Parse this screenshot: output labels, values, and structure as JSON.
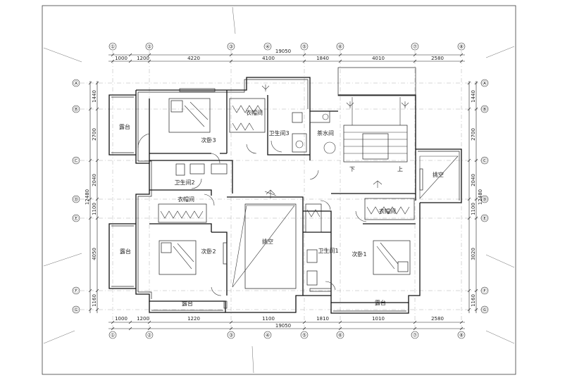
{
  "drawing": {
    "rooms": {
      "bedroom_3": "次卧3",
      "closet_top": "衣帽间",
      "bathroom_3": "卫生间3",
      "tea_room": "茶水间",
      "balcony_left_top": "露台",
      "bathroom_2": "卫生间2",
      "closet_left": "衣帽间",
      "balcony_left_bottom": "露台",
      "bedroom_2": "次卧2",
      "void_center": "挑空",
      "balcony_bottom_left": "露台",
      "closet_right": "衣帽间",
      "bathroom_1": "卫生间1",
      "bedroom_1": "次卧1",
      "balcony_bottom_right": "露台",
      "void_right": "挑空",
      "stair_down": "下",
      "stair_up": "上"
    },
    "dims_top_total": "19050",
    "dims_top": [
      "1000",
      "1200",
      "4220",
      "4100",
      "1840",
      "4010",
      "2580"
    ],
    "dims_bottom_total": "19050",
    "dims_bottom": [
      "1000",
      "1200",
      "1220",
      "1100",
      "1810",
      "1010",
      "2580"
    ],
    "dims_left_total": "12480",
    "dims_left": [
      "1440",
      "2700",
      "2040",
      "1100",
      "4050",
      "1160"
    ],
    "dims_right_total": "12480",
    "dims_right": [
      "1440",
      "2700",
      "2040",
      "1100",
      "3020",
      "1160"
    ],
    "bubbles_top": [
      "①",
      "②",
      "③",
      "④",
      "⑤",
      "⑥",
      "⑦",
      "⑧"
    ],
    "bubbles_bottom": [
      "①",
      "②",
      "③",
      "④",
      "⑤",
      "⑥",
      "⑦",
      "⑧"
    ],
    "bubbles_left": [
      "Ⓐ",
      "Ⓑ",
      "Ⓒ",
      "Ⓓ",
      "Ⓔ",
      "Ⓕ",
      "Ⓖ"
    ],
    "bubbles_right": [
      "Ⓐ",
      "Ⓑ",
      "Ⓒ",
      "Ⓓ",
      "Ⓔ",
      "Ⓕ",
      "Ⓖ"
    ]
  }
}
